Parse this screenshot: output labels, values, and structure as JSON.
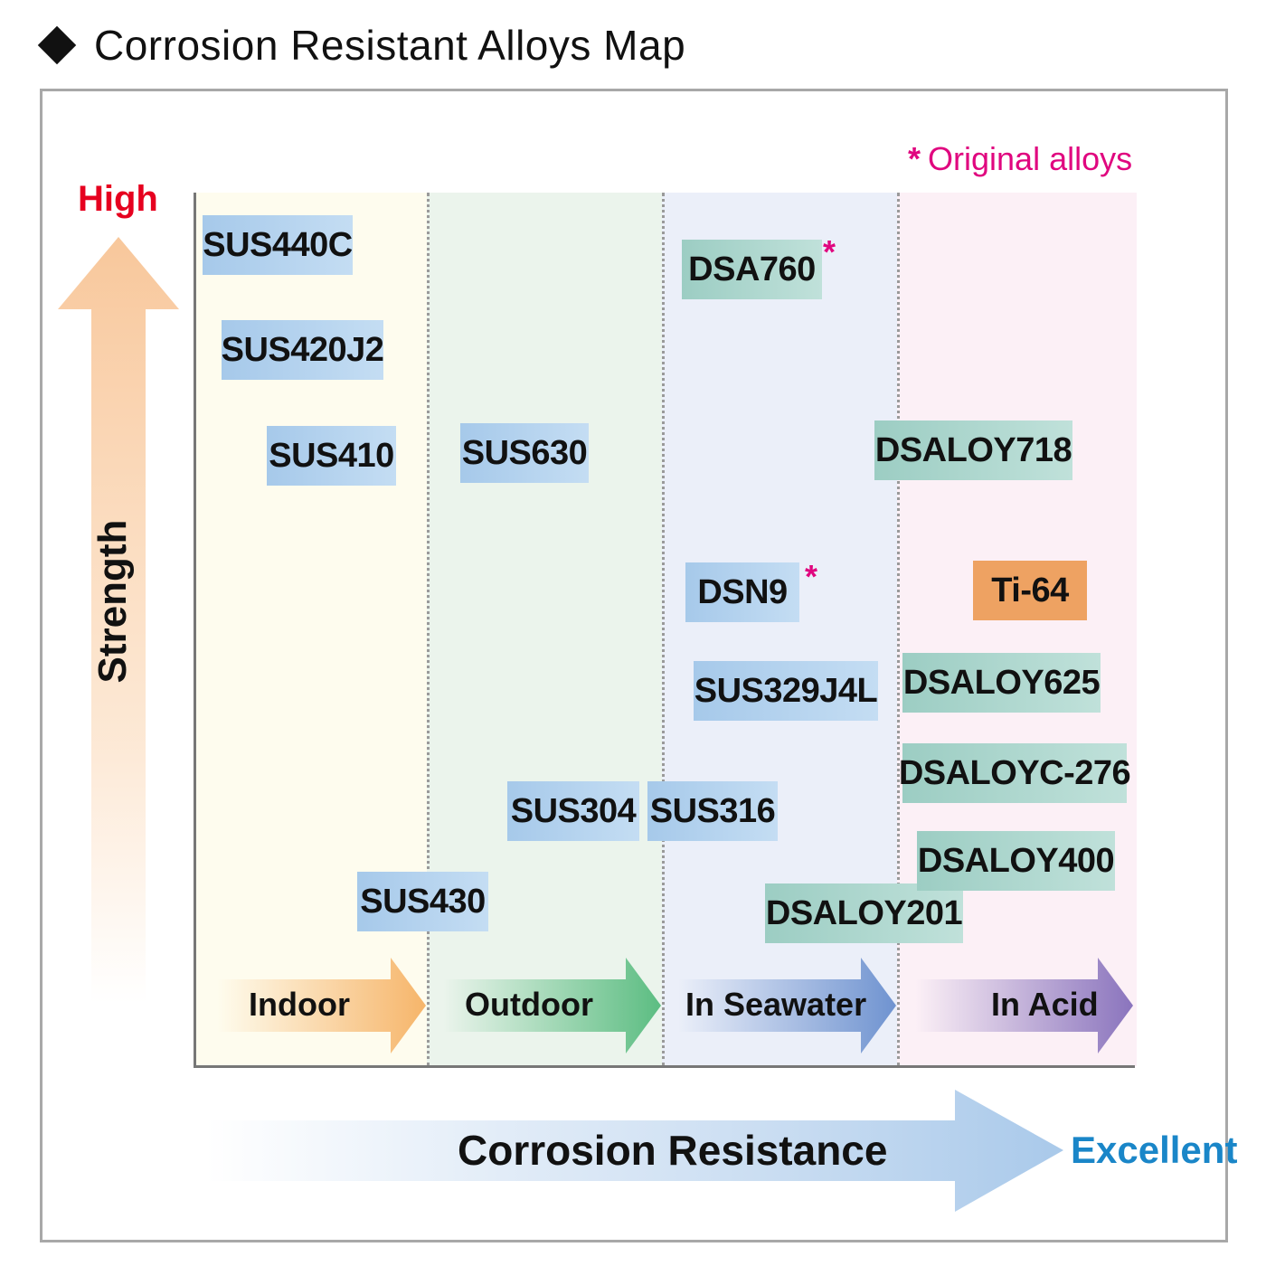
{
  "title": "Corrosion Resistant Alloys Map",
  "legend": {
    "symbol": "*",
    "label": "Original alloys"
  },
  "y_axis": {
    "label": "Strength",
    "high_label": "High"
  },
  "x_axis": {
    "label": "Corrosion Resistance",
    "excellent_label": "Excellent"
  },
  "zones": [
    {
      "label": "Indoor",
      "color": "#f6b56a"
    },
    {
      "label": "Outdoor",
      "color": "#5cbd82"
    },
    {
      "label": "In Seawater",
      "color": "#6f93d0"
    },
    {
      "label": "In Acid",
      "color": "#8a74bd"
    }
  ],
  "alloys": [
    {
      "name": "SUS440C",
      "type": "stainless",
      "zone": "Indoor",
      "original": false
    },
    {
      "name": "SUS420J2",
      "type": "stainless",
      "zone": "Indoor",
      "original": false
    },
    {
      "name": "SUS410",
      "type": "stainless",
      "zone": "Indoor",
      "original": false
    },
    {
      "name": "SUS630",
      "type": "stainless",
      "zone": "Outdoor",
      "original": false
    },
    {
      "name": "SUS430",
      "type": "stainless",
      "zone": "Indoor",
      "original": false
    },
    {
      "name": "SUS304",
      "type": "stainless",
      "zone": "Outdoor",
      "original": false
    },
    {
      "name": "SUS316",
      "type": "stainless",
      "zone": "In Seawater",
      "original": false
    },
    {
      "name": "DSA760",
      "type": "nickel",
      "zone": "In Seawater",
      "original": true
    },
    {
      "name": "DSN9",
      "type": "stainless",
      "zone": "In Seawater",
      "original": true
    },
    {
      "name": "SUS329J4L",
      "type": "stainless",
      "zone": "In Seawater",
      "original": false
    },
    {
      "name": "DSALOY201",
      "type": "nickel",
      "zone": "In Seawater",
      "original": false
    },
    {
      "name": "DSALOY718",
      "type": "nickel",
      "zone": "In Acid",
      "original": false
    },
    {
      "name": "Ti-64",
      "type": "titanium",
      "zone": "In Acid",
      "original": false
    },
    {
      "name": "DSALOY625",
      "type": "nickel",
      "zone": "In Acid",
      "original": false
    },
    {
      "name": "DSALOYC-276",
      "type": "nickel",
      "zone": "In Acid",
      "original": false
    },
    {
      "name": "DSALOY400",
      "type": "nickel",
      "zone": "In Acid",
      "original": false
    }
  ],
  "colors": {
    "stainless_box": "#b3d3ef",
    "nickel_box": "#a9d6cd",
    "titanium_box": "#eea262",
    "original_mark": "#e0067f",
    "high_label": "#e6001f",
    "excellent_label": "#1a86c8"
  }
}
